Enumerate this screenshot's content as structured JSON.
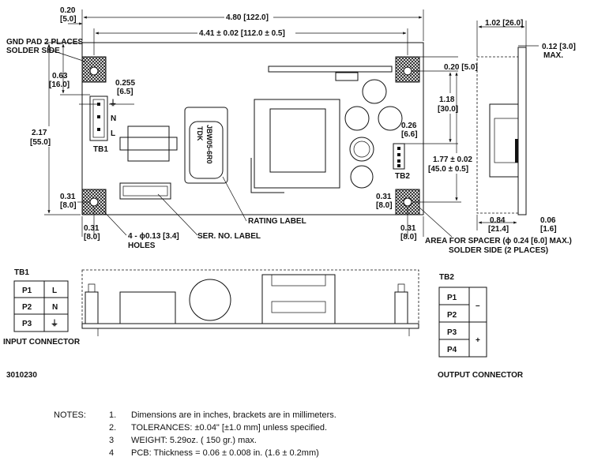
{
  "top_view": {
    "overall_width": "4.80 [122.0]",
    "hole_spacing": "4.41 ± 0.02 [112.0 ± 0.5]",
    "left_offset_in": "0.20",
    "left_offset_mm": "[5.0]",
    "gnd_pad_line1": "GND PAD 2 PLACES",
    "gnd_pad_line2": "SOLDER SIDE",
    "dim_063_in": "0.63",
    "dim_063_mm": "[16.0]",
    "dim_0255_in": "0.255",
    "dim_0255_mm": "[6.5]",
    "height_in": "2.17",
    "height_mm": "[55.0]",
    "tb1_label": "TB1",
    "tb1_pin_n": "N",
    "tb1_pin_l": "L",
    "dim_031_left_in": "0.31",
    "dim_031_left_mm": "[8.0]",
    "dim_031_bottom_in": "0.31",
    "dim_031_bottom_mm": "[8.0]",
    "holes_line1": "4 - ϕ0.13 [3.4]",
    "holes_line2": "HOLES",
    "ser_no_label": "SER. NO. LABEL",
    "rating_label": "RATING LABEL",
    "label_text_1": "JBW05-6R0",
    "label_text_2": "TDK",
    "dim_020_right_in": "0.20 [5.0]",
    "dim_118_in": "1.18",
    "dim_118_mm": "[30.0]",
    "dim_026_in": "0.26",
    "dim_026_mm": "[6.6]",
    "tb2_label": "TB2",
    "dim_177_in": "1.77 ± 0.02",
    "dim_177_mm": "[45.0 ± 0.5]",
    "dim_031_right_in": "0.31",
    "dim_031_right_mm": "[8.0]",
    "dim_031_br_in": "0.31",
    "dim_031_br_mm": "[8.0]",
    "spacer_line1": "AREA FOR SPACER (ϕ 0.24 [6.0] MAX.)",
    "spacer_line2": "SOLDER SIDE (2 PLACES)"
  },
  "side_view": {
    "width": "1.02 [26.0]",
    "dim_012": "0.12 [3.0]",
    "dim_012_max": "MAX.",
    "dim_084_in": "0.84",
    "dim_084_mm": "[21.4]",
    "dim_006_in": "0.06",
    "dim_006_mm": "[1.6]"
  },
  "tb1_table": {
    "title": "TB1",
    "rows": [
      {
        "pin": "P1",
        "func": "L"
      },
      {
        "pin": "P2",
        "func": "N"
      },
      {
        "pin": "P3",
        "func": "⏚"
      }
    ],
    "caption": "INPUT CONNECTOR"
  },
  "tb2_table": {
    "title": "TB2",
    "pins": [
      "P1",
      "P2",
      "P3",
      "P4"
    ],
    "minus": "–",
    "plus": "+",
    "caption": "OUTPUT CONNECTOR"
  },
  "drawing_number": "3010230",
  "notes": {
    "header": "NOTES:",
    "items": [
      {
        "num": "1.",
        "text": "Dimensions are in inches,  brackets are in millimeters."
      },
      {
        "num": "2.",
        "text": "TOLERANCES:  ±0.04\" [±1.0 mm] unless specified."
      },
      {
        "num": "3",
        "text": "WEIGHT: 5.29oz. ( 150 gr.) max."
      },
      {
        "num": "4",
        "text": "PCB: Thickness =   0.06 ± 0.008 in.  (1.6 ± 0.2mm)"
      }
    ]
  }
}
